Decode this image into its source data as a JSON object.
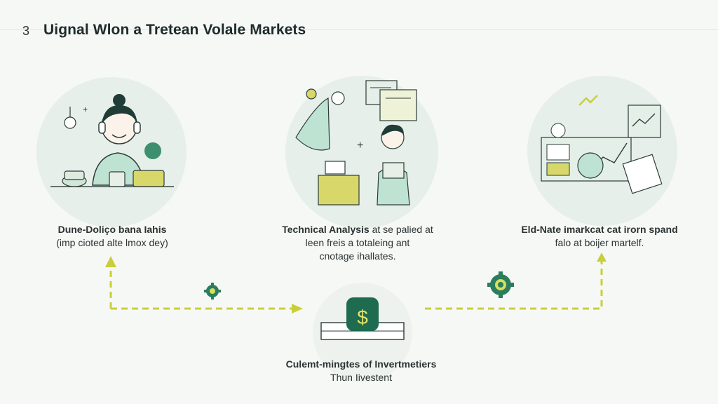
{
  "header": {
    "slide_number": "3",
    "title": "Uignal Wlon a Tretean Volale Markets"
  },
  "steps": [
    {
      "title": "Dune-Doliço bana Iahis",
      "subtitle": "(imp cioted alte lmox dey)"
    },
    {
      "title": "Technical Analysis",
      "title_rest": " at se palied at",
      "line2": "leen freis a totaleing ant",
      "line3": "cnotage ihallates."
    },
    {
      "title": "Eld-Nate imarkcat cat irorn spand",
      "subtitle": "falo at boijer martelf."
    },
    {
      "title": "Culemt-mingtes of Invertmetiers",
      "subtitle": "Thun Iivestent"
    }
  ],
  "icons": {
    "center_symbol": "$",
    "colors": {
      "accent_green": "#1e7a5a",
      "soft_green": "#bfe3d2",
      "arrow_yellow": "#c9cf3a",
      "circle_bg": "#e7efea"
    }
  }
}
